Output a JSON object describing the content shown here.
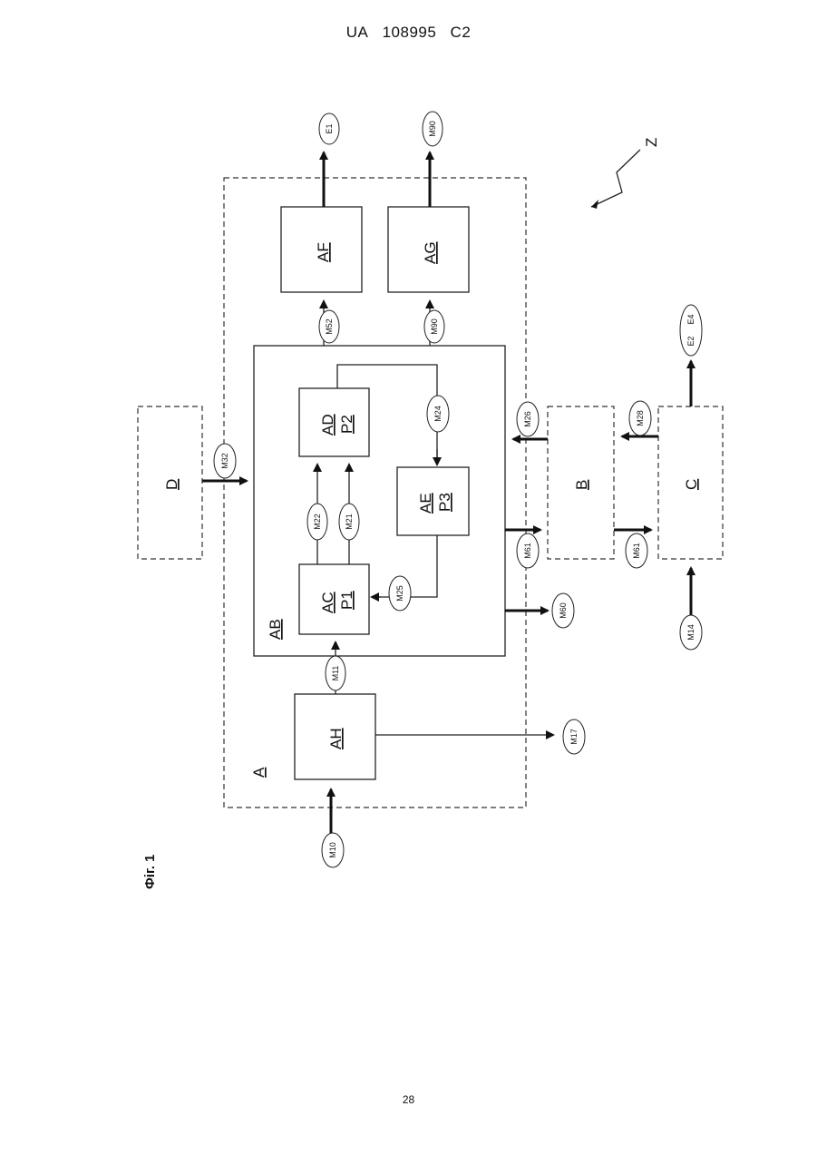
{
  "header": {
    "country": "UA",
    "number": "108995",
    "kind": "C2"
  },
  "figure": {
    "caption": "Фіг. 1",
    "ref": "Z"
  },
  "blocks": {
    "A": "A",
    "AB": "AB",
    "AH": "AH",
    "AF": "AF",
    "AG": "AG",
    "AC": "AC",
    "AC_sub": "P1",
    "AD": "AD",
    "AD_sub": "P2",
    "AE": "AE",
    "AE_sub": "P3",
    "B": "B",
    "C": "C",
    "D": "D"
  },
  "signals": {
    "E1": "E1",
    "M90_out": "M90",
    "M52": "M52",
    "M90_in": "M90",
    "M24": "M24",
    "M26": "M26",
    "M28": "M28",
    "E2": "E2",
    "E4": "E4",
    "M32": "M32",
    "M22": "M22",
    "M21": "M21",
    "M61_a": "M61",
    "M61_b": "M61",
    "M25": "M25",
    "M60": "M60",
    "M14": "M14",
    "M11": "M11",
    "M17": "M17",
    "M10": "M10"
  },
  "footer": {
    "page": "28"
  }
}
